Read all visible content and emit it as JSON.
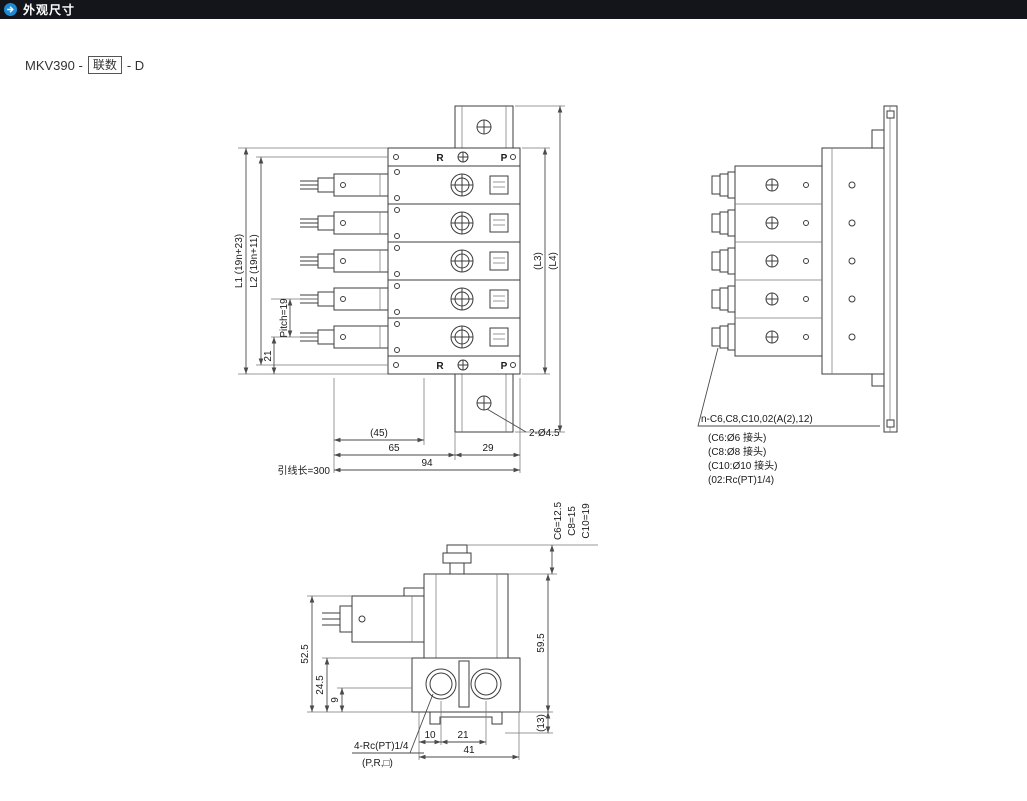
{
  "header": {
    "title": "外观尺寸"
  },
  "model": {
    "prefix": "MKV390 -",
    "box_label": "联数",
    "suffix": "- D"
  },
  "front_view": {
    "port_r_top": "R",
    "port_p_top": "P",
    "port_r_bottom": "R",
    "port_p_bottom": "P",
    "dim_l1": "L1 (19n+23)",
    "dim_l2": "L2 (19n+11)",
    "dim_pitch": "Pitch=19",
    "dim_21": "21",
    "dim_45": "(45)",
    "dim_65": "65",
    "dim_29": "29",
    "dim_94": "94",
    "dim_lead_wire": "引线长=300",
    "dim_hole": "2-Ø4.5",
    "dim_l3": "(L3)",
    "dim_l4": "(L4)"
  },
  "side_view": {
    "note_title": "n-C6,C8,C10,02(A(2),12)",
    "notes": [
      "(C6:Ø6 接头)",
      "(C8:Ø8 接头)",
      "(C10:Ø10 接头)",
      "(02:Rc(PT)1/4)"
    ]
  },
  "bottom_view": {
    "dim_52_5": "52.5",
    "dim_24_5": "24.5",
    "dim_9": "9",
    "dim_59_5": "59.5",
    "dim_13": "(13)",
    "dim_10": "10",
    "dim_21": "21",
    "dim_41": "41",
    "dim_c6": "C6=12.5",
    "dim_c8": "C8=15",
    "dim_c10": "C10=19",
    "note_ports": "4-Rc(PT)1/4",
    "note_ports_sub": "(P,R,□)"
  }
}
